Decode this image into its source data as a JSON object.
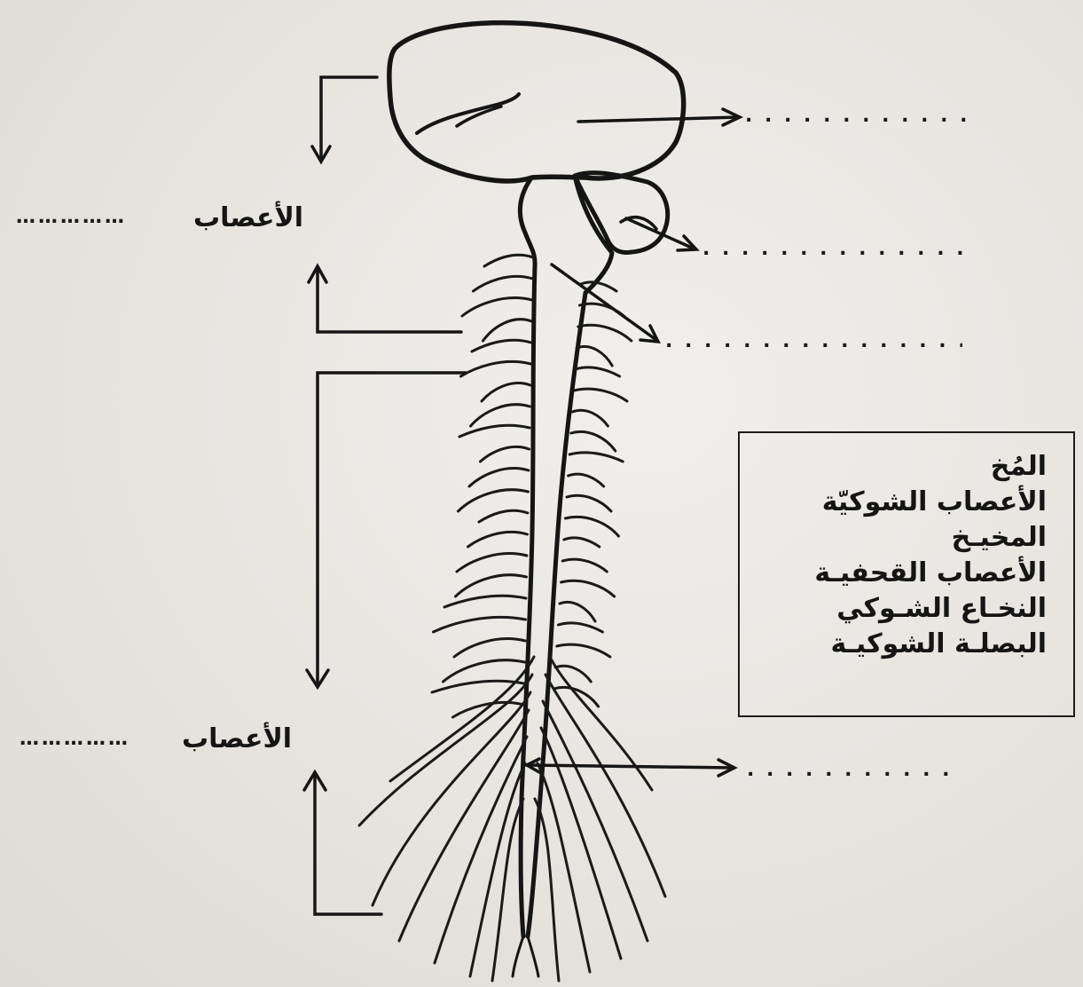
{
  "side_labels": {
    "upper_nerves": "الأعصاب",
    "lower_nerves": "الأعصاب"
  },
  "blanks": {
    "left_upper": "……………",
    "left_lower": "……………",
    "right_1": ". . . . . . . . . . . . . . . . . . . . .",
    "right_2": ". . . . . . . . . . . . . . . . . . . . . . . . . .",
    "right_3": ". . . . . . . . . . . . .  . . . . . . . . . . .",
    "right_4": ". . . . . . . . . . . . . . . . . . . . ."
  },
  "word_bank": [
    "المُخ",
    "الأعصاب الشوكيّة",
    "المخيـخ",
    "الأعصاب القحفيـة",
    "النخـاع الشـوكي",
    "البصلـة الشوكيـة"
  ],
  "colors": {
    "ink": "#151515",
    "paper": "#e9e6e3"
  }
}
